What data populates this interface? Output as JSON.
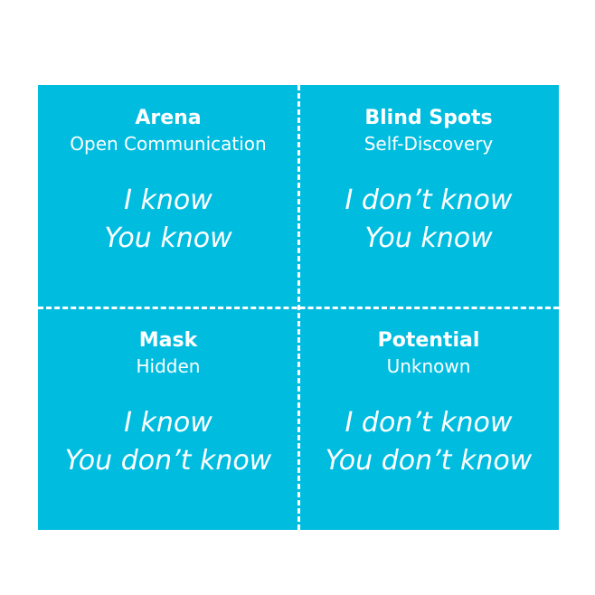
{
  "quadrants": [
    {
      "title": "Arena",
      "subtitle": "Open Communication",
      "line1": "I know",
      "line2": "You know"
    },
    {
      "title": "Blind Spots",
      "subtitle": "Self-Discovery",
      "line1": "I don’t know",
      "line2": "You know"
    },
    {
      "title": "Mask",
      "subtitle": "Hidden",
      "line1": "I know",
      "line2": "You don’t know"
    },
    {
      "title": "Potential",
      "subtitle": "Unknown",
      "line1": "I don’t know",
      "line2": "You don’t know"
    }
  ],
  "colors": {
    "background": "#00bde0",
    "text": "#ffffff"
  }
}
